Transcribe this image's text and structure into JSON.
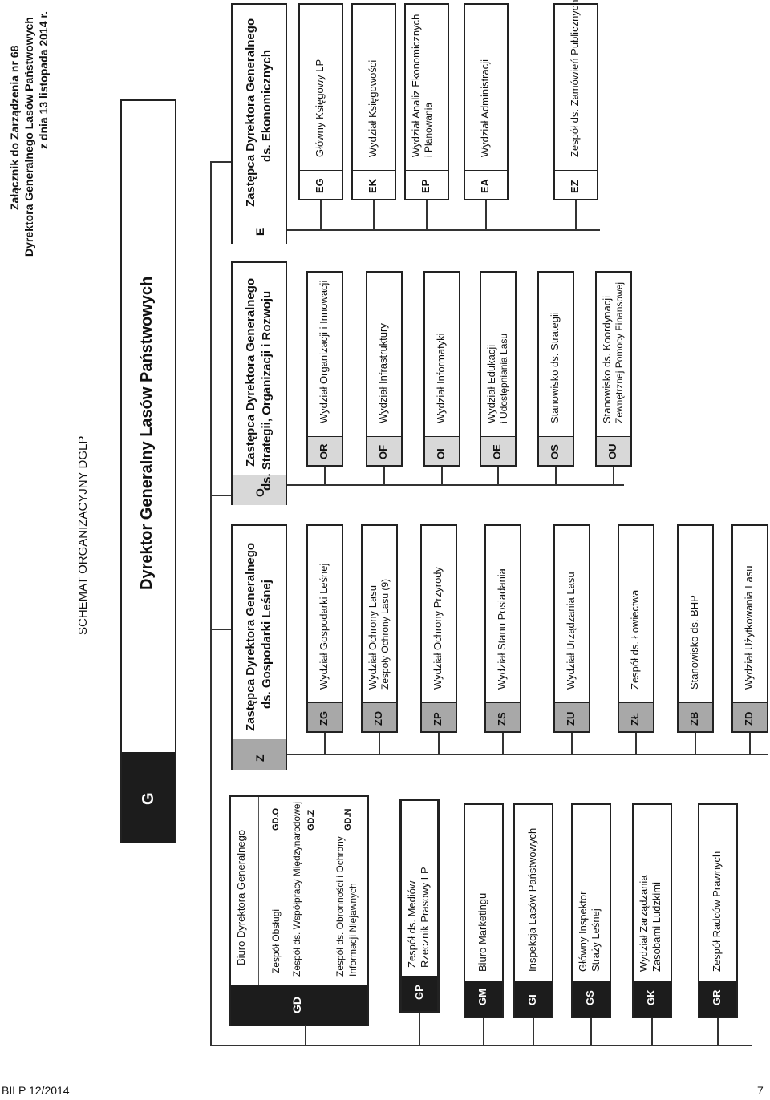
{
  "annex": {
    "line1": "Załącznik do Zarządzenia nr 68",
    "line2": "Dyrektora Generalnego Lasów Państwowych",
    "line3": "z dnia 13 listopada 2014 r."
  },
  "schema_title": "SCHEMAT ORGANIZACYJNY DGLP",
  "director": {
    "code": "G",
    "title": "Dyrektor Generalny Lasów Państwowych"
  },
  "footer": {
    "left": "BILP 12/2014",
    "right": "7"
  },
  "deputies": {
    "Z": {
      "code": "Z",
      "title_line1": "Zastępca Dyrektora Generalnego",
      "title_line2": "ds. Gospodarki Leśnej",
      "units": [
        {
          "code": "ZG",
          "name": "Wydział Gospodarki Leśnej"
        },
        {
          "code": "ZO",
          "name": "Wydział Ochrony Lasu",
          "sub": "Zespoły Ochrony Lasu (9)"
        },
        {
          "code": "ZP",
          "name": "Wydział Ochrony Przyrody"
        },
        {
          "code": "ZS",
          "name": "Wydział Stanu Posiadania"
        },
        {
          "code": "ZU",
          "name": "Wydział Urządzania Lasu"
        },
        {
          "code": "ZŁ",
          "name": "Zespół ds. Łowiectwa"
        },
        {
          "code": "ZB",
          "name": "Stanowisko ds. BHP"
        },
        {
          "code": "ZD",
          "name": "Wydział Użytkowania Lasu"
        }
      ]
    },
    "O": {
      "code": "O",
      "title_line1": "Zastępca Dyrektora Generalnego",
      "title_line2": "ds. Strategii, Organizacji i Rozwoju",
      "units": [
        {
          "code": "OR",
          "name": "Wydział Organizacji i Innowacji"
        },
        {
          "code": "OF",
          "name": "Wydział Infrastruktury"
        },
        {
          "code": "OI",
          "name": "Wydział Informatyki"
        },
        {
          "code": "OE",
          "name": "Wydział Edukacji",
          "sub": "i Udostępniania Lasu"
        },
        {
          "code": "OS",
          "name": "Stanowisko ds. Strategii"
        },
        {
          "code": "OU",
          "name": "Stanowisko ds. Koordynacji",
          "sub": "Zewnętrznej Pomocy Finansowej"
        }
      ]
    },
    "E": {
      "code": "E",
      "title_line1": "Zastępca Dyrektora Generalnego",
      "title_line2": "ds. Ekonomicznych",
      "units": [
        {
          "code": "EG",
          "name": "Główny Księgowy LP"
        },
        {
          "code": "EK",
          "name": "Wydział Księgowości"
        },
        {
          "code": "EP",
          "name": "Wydział Analiz Ekonomicznych",
          "sub": "i Planowania"
        },
        {
          "code": "EA",
          "name": "Wydział Administracji"
        },
        {
          "code": "EZ",
          "name": "Zespół ds. Zamówień Publicznych"
        }
      ]
    }
  },
  "staff": {
    "GD": {
      "code": "GD",
      "title": "Biuro Dyrektora Generalnego",
      "items": [
        {
          "name": "Zespół Obsługi",
          "code": "GD.O"
        },
        {
          "name": "Zespół ds. Współpracy Międzynarodowej",
          "code": "GD.Z"
        },
        {
          "name": "Zespół ds. Obronności i Ochrony",
          "name2": "Informacji Niejawnych",
          "code": "GD.N"
        }
      ]
    },
    "units": [
      {
        "code": "GP",
        "name": "Zespół ds. Mediów",
        "sub": "Rzecznik Prasowy LP"
      },
      {
        "code": "GM",
        "name": "Biuro Marketingu"
      },
      {
        "code": "GI",
        "name": "Inspekcja Lasów Państwowych"
      },
      {
        "code": "GS",
        "name": "Główny Inspektor",
        "sub": "Straży Leśnej"
      },
      {
        "code": "GK",
        "name": "Wydział Zarządzania",
        "sub": "Zasobami Ludzkimi"
      },
      {
        "code": "GR",
        "name": "Zespół Radców Prawnych"
      }
    ]
  },
  "colors": {
    "dark": "#1c1c1c",
    "mid": "#a8a8a8",
    "light": "#d8d8d8",
    "line": "#333333"
  }
}
